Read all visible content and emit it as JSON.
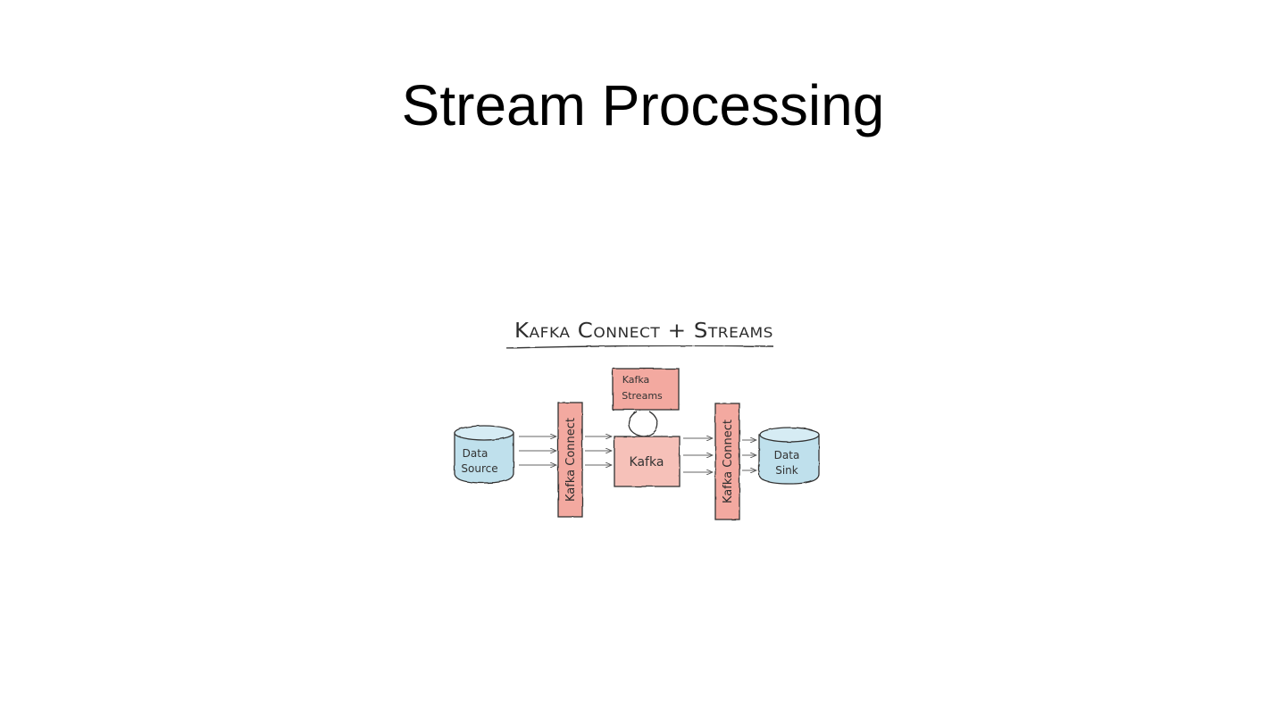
{
  "slide": {
    "title": "Stream Processing"
  },
  "diagram": {
    "heading": "Kafka Connect + Streams",
    "nodes": {
      "data_source": [
        "Data",
        "Source"
      ],
      "connect_left": "Kafka Connect",
      "kafka_streams": [
        "Kafka",
        "Streams"
      ],
      "kafka": "Kafka",
      "connect_right": "Kafka Connect",
      "data_sink": [
        "Data",
        "Sink"
      ]
    },
    "colors": {
      "store_fill": "#bfe0ec",
      "kafka_fill": "#f3a9a0",
      "stroke": "#333333"
    }
  }
}
